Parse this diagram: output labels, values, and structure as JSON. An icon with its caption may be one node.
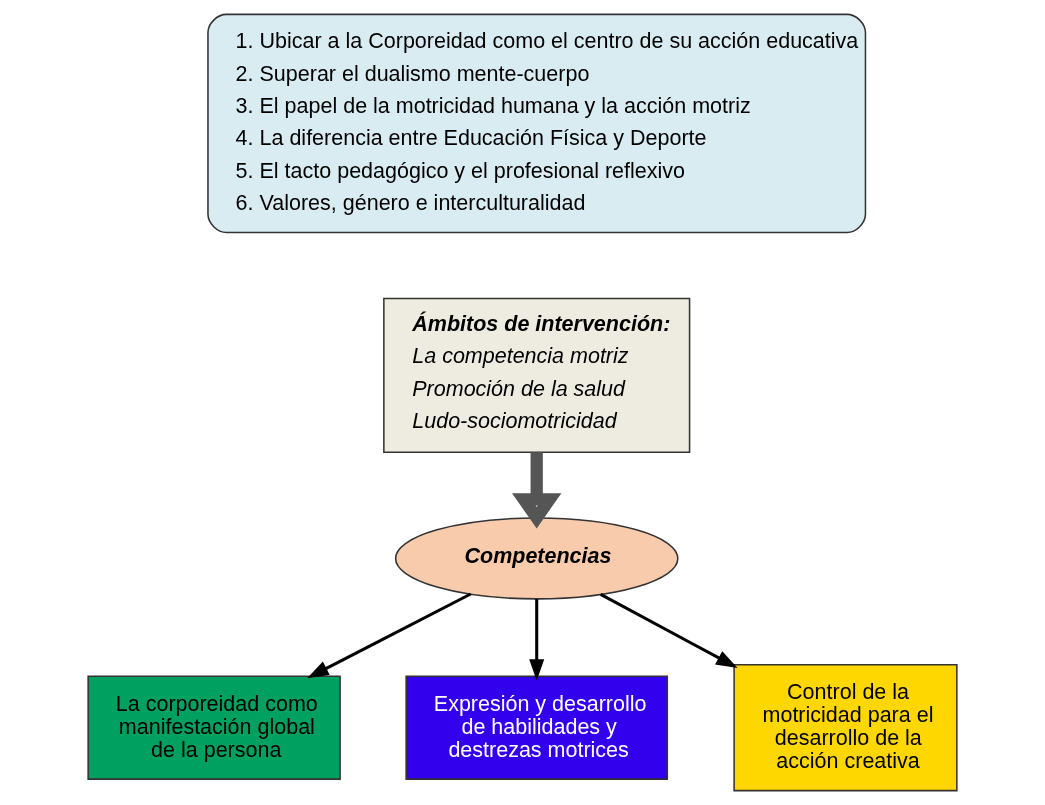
{
  "diagram": {
    "nodes": [
      {
        "text": [
          "1. Ubicar a la Corporeidad como el centro de su acción educativa",
          "2. Superar el dualismo mente-cuerpo",
          "3. El papel de la motricidad humana y la acción motriz",
          "4. La diferencia entre Educación Física y Deporte",
          "5. El tacto pedagógico y el profesional reflexivo",
          "6. Valores, género e interculturalidad"
        ]
      },
      {
        "text": [
          "Ámbitos de intervención:",
          "La competencia motriz",
          "Promoción de la salud",
          "Ludo-sociomotricidad"
        ]
      },
      {
        "text": [
          "Competencias"
        ]
      },
      {
        "text": [
          "La corporeidad como manifestación global de la persona"
        ]
      },
      {
        "text": [
          "Expresión y desarrollo de habilidades y destrezas motrices"
        ]
      },
      {
        "text": [
          "Control de la motricidad para el desarrollo de la acción creativa"
        ]
      }
    ],
    "edges": [
      {
        "from": 1,
        "to": 2,
        "arrow": "to",
        "style": "thick"
      },
      {
        "from": 2,
        "to": 3,
        "arrow": "to"
      },
      {
        "from": 2,
        "to": 4,
        "arrow": "to"
      },
      {
        "from": 2,
        "to": 5,
        "arrow": "to"
      }
    ]
  }
}
